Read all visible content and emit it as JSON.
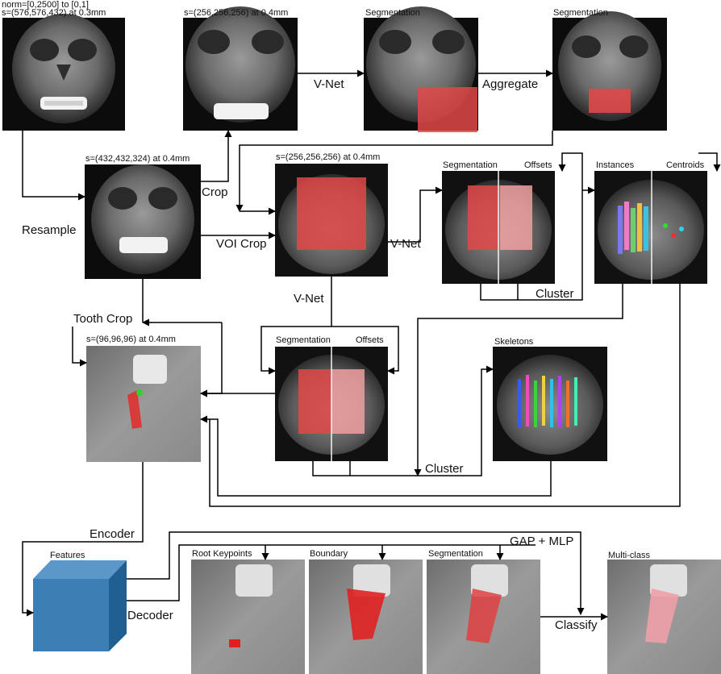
{
  "labels": {
    "norm": "norm=[0,2500] to [0,1]",
    "s_orig": "s=(576,576,432) at 0.3mm",
    "s_crop256": "s=(256,256,256) at 0.4mm",
    "s_resample": "s=(432,432,324) at 0.4mm",
    "s_voi256": "s=(256,256,256) at 0.4mm",
    "s_tooth": "s=(96,96,96) at 0.4mm",
    "segmentation": "Segmentation",
    "offsets": "Offsets",
    "instances": "Instances",
    "centroids": "Centroids",
    "skeletons": "Skeletons",
    "features": "Features",
    "root_keypoints": "Root Keypoints",
    "boundary": "Boundary",
    "multi_class": "Multi-class"
  },
  "steps": {
    "vnet": "V-Net",
    "aggregate": "Aggregate",
    "crop": "Crop",
    "resample": "Resample",
    "voi_crop": "VOI Crop",
    "cluster": "Cluster",
    "tooth_crop": "Tooth Crop",
    "encoder": "Encoder",
    "decoder": "Decoder",
    "gap_mlp": "GAP + MLP",
    "classify": "Classify"
  }
}
